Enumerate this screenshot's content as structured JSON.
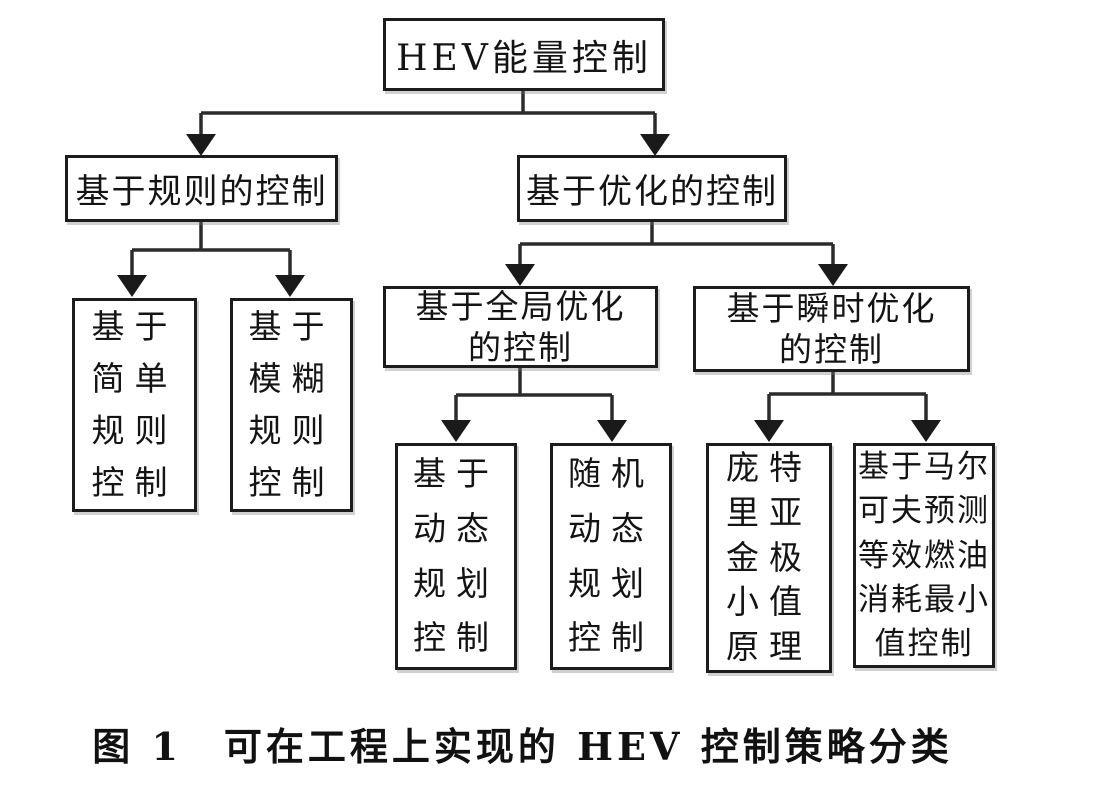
{
  "figure": {
    "caption": "图 1　可在工程上实现的 HEV 控制策略分类"
  },
  "colors": {
    "background": "#ffffff",
    "border": "#1c1c1c",
    "line": "#2b2b2b",
    "text": "#141414"
  },
  "nodes": {
    "root": {
      "label": "HEV能量控制"
    },
    "rule_based": {
      "label": "基于规则的控制"
    },
    "optimization_based": {
      "label": "基于优化的控制"
    },
    "global_optimization": {
      "label": "基于全局优化\n的控制"
    },
    "instant_optimization": {
      "label": "基于瞬时优化\n的控制"
    },
    "simple_rule": {
      "label": "基于\n简单\n规则\n控制"
    },
    "fuzzy_rule": {
      "label": "基于\n模糊\n规则\n控制"
    },
    "dynamic_programming": {
      "label": "基于\n动态\n规划\n控制"
    },
    "stochastic_dynamic_programming": {
      "label": "随机\n动态\n规划\n控制"
    },
    "pontryagin_minimum": {
      "label": "庞特\n里亚\n金极\n小值\n原理"
    },
    "markov_ecms": {
      "label": "基于马尔\n可夫预测\n等效燃油\n消耗最小\n值控制"
    }
  }
}
